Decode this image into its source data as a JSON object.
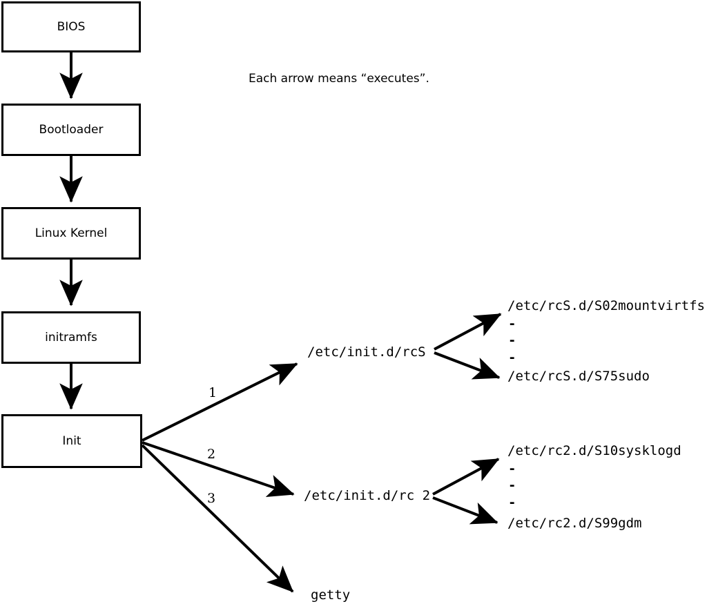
{
  "diagram": {
    "caption": "Each arrow means “executes”.",
    "stroke_color": "#000000",
    "background_color": "#ffffff",
    "boot_chain": [
      {
        "label": "BIOS"
      },
      {
        "label": "Bootloader"
      },
      {
        "label": "Linux Kernel"
      },
      {
        "label": "initramfs"
      },
      {
        "label": "Init"
      }
    ],
    "init_branches": [
      {
        "number": "1",
        "target": "/etc/init.d/rcS"
      },
      {
        "number": "2",
        "target": "/etc/init.d/rc 2"
      },
      {
        "number": "3",
        "target": "getty"
      }
    ],
    "rcs_scripts": {
      "first": "/etc/rcS.d/S02mountvirtfs",
      "ellipsis": [
        "-",
        "-",
        "-"
      ],
      "last": "/etc/rcS.d/S75sudo"
    },
    "rc2_scripts": {
      "first": "/etc/rc2.d/S10sysklogd",
      "ellipsis": [
        "-",
        "-",
        "-"
      ],
      "last": "/etc/rc2.d/S99gdm"
    }
  }
}
